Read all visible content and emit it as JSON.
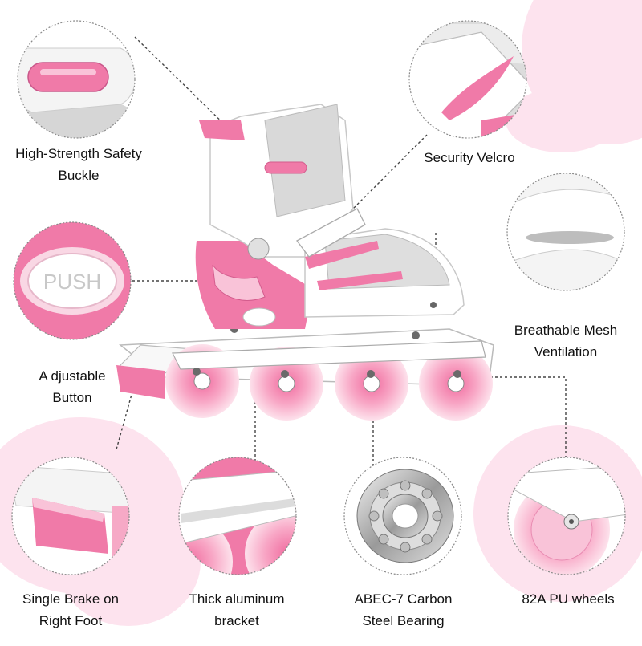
{
  "callouts": {
    "buckle": {
      "lines": [
        "High-Strength Safety",
        "Buckle"
      ]
    },
    "velcro": {
      "lines": [
        "Security Velcro"
      ]
    },
    "mesh": {
      "lines": [
        "Breathable Mesh",
        "Ventilation"
      ]
    },
    "adjust": {
      "lines": [
        "A djustable",
        "Button"
      ]
    },
    "brake": {
      "lines": [
        "Single Brake on",
        "Right Foot"
      ]
    },
    "bracket": {
      "lines": [
        "Thick aluminum",
        "bracket"
      ]
    },
    "bearing": {
      "lines": [
        "ABEC-7 Carbon",
        "Steel Bearing"
      ]
    },
    "wheels": {
      "lines": [
        "82A PU wheels"
      ]
    }
  },
  "push_text": "PUSH",
  "colors": {
    "pink": "#f07aa8",
    "light_pink": "#f9c3d8",
    "blob_pink": "#fde3ee",
    "white": "#ffffff",
    "gray": "#c9c9c9",
    "outline": "#8a8a8a"
  }
}
